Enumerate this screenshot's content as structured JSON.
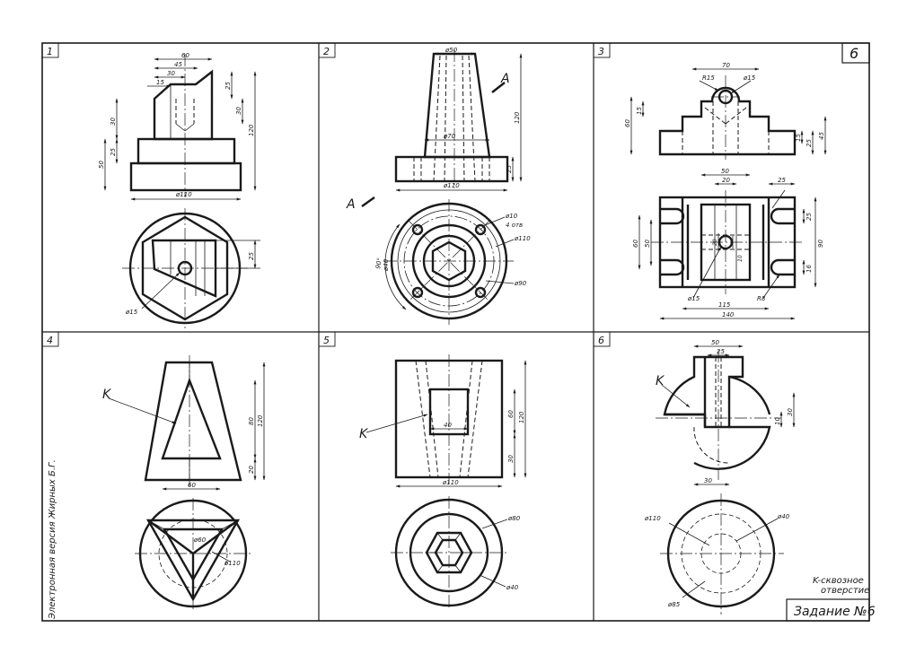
{
  "author_note": "Электронная версия Жирных Б.Г.",
  "variant": "6",
  "task_title": "Задание №6",
  "note_line1": "K-сквозное",
  "note_line2": "отверстие",
  "panels": {
    "p1": {
      "number": "1",
      "dims": {
        "d60": "60",
        "d45": "45",
        "d30": "30",
        "d15": "15",
        "d25": "25",
        "d30r": "30",
        "d120": "120",
        "d30l": "30",
        "d25l": "25",
        "d50l": "50",
        "d110": "ø110",
        "d25b": "25",
        "d15b": "ø15"
      }
    },
    "p2": {
      "number": "2",
      "dims": {
        "d50": "ø50",
        "dA": "A",
        "d120": "120",
        "d70": "ø70",
        "d25": "25",
        "d110": "ø110",
        "dA2": "A",
        "d10": "ø10",
        "d4otv": "4 отв",
        "d110b": "ø110",
        "d90": "ø90",
        "d90deg": "90°",
        "d40": "ø40"
      }
    },
    "p3": {
      "number": "3",
      "dims": {
        "d70": "70",
        "r15": "R15",
        "d15": "ø15",
        "d60": "60",
        "d15l": "15",
        "d15r": "15",
        "d25r": "25",
        "d45": "45",
        "d50": "50",
        "d20": "20",
        "d25t": "25",
        "d60l": "60",
        "d50l": "50",
        "d20i": "20",
        "d10": "10",
        "d25r2": "25",
        "d90": "90",
        "d16": "16",
        "d15b": "ø15",
        "r8": "R8",
        "d115": "115",
        "d140": "140"
      }
    },
    "p4": {
      "number": "4",
      "dims": {
        "k": "K",
        "d120": "120",
        "d80": "80",
        "d20": "20",
        "d60": "60",
        "d60c": "ø60",
        "d110": "ø110"
      }
    },
    "p5": {
      "number": "5",
      "dims": {
        "k": "K",
        "d120": "120",
        "d60": "60",
        "d40": "40",
        "d30": "30",
        "d110": "ø110",
        "d80": "ø80",
        "d40b": "ø40"
      }
    },
    "p6": {
      "number": "6",
      "dims": {
        "k": "K",
        "d50": "50",
        "d25": "25",
        "d30r": "30",
        "d10": "10",
        "d30b": "30",
        "d110": "ø110",
        "d40": "ø40",
        "d85": "ø85"
      }
    }
  }
}
